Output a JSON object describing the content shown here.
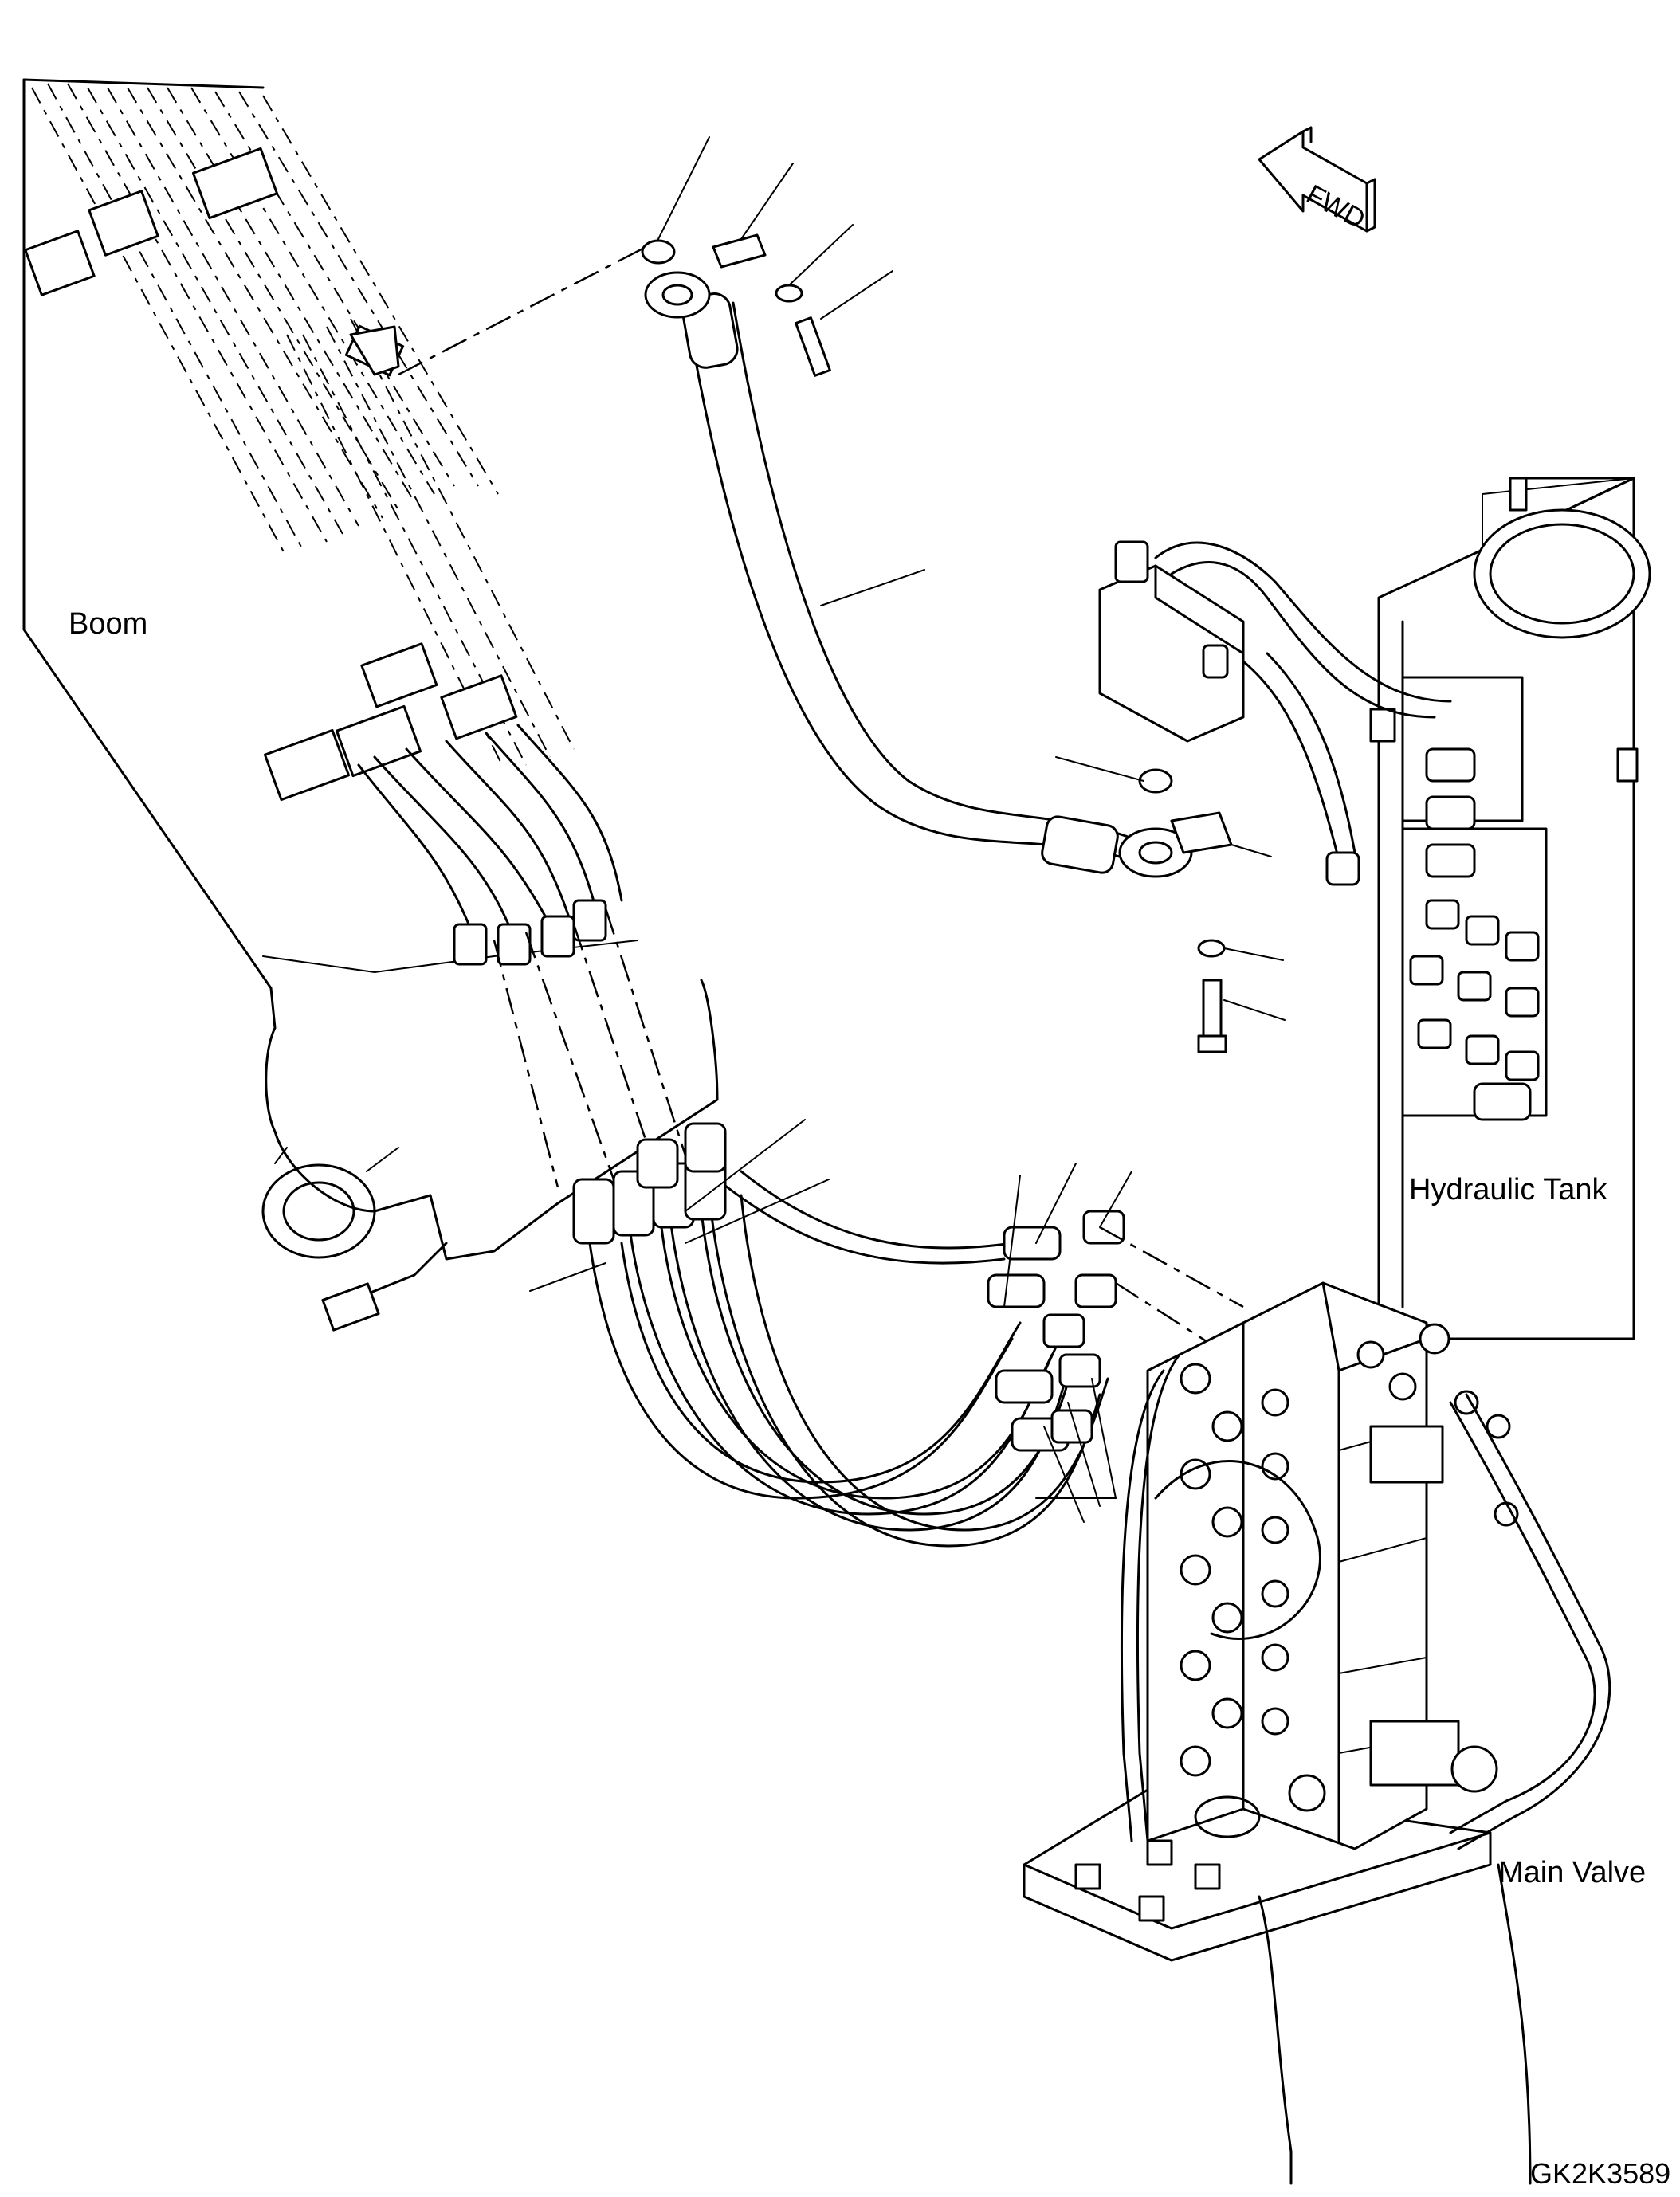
{
  "labels": {
    "boom": "Boom",
    "hydraulic_tank": "Hydraulic Tank",
    "main_valve": "Main Valve",
    "fwd": "FWD",
    "drawing_number": "GK2K3589"
  }
}
